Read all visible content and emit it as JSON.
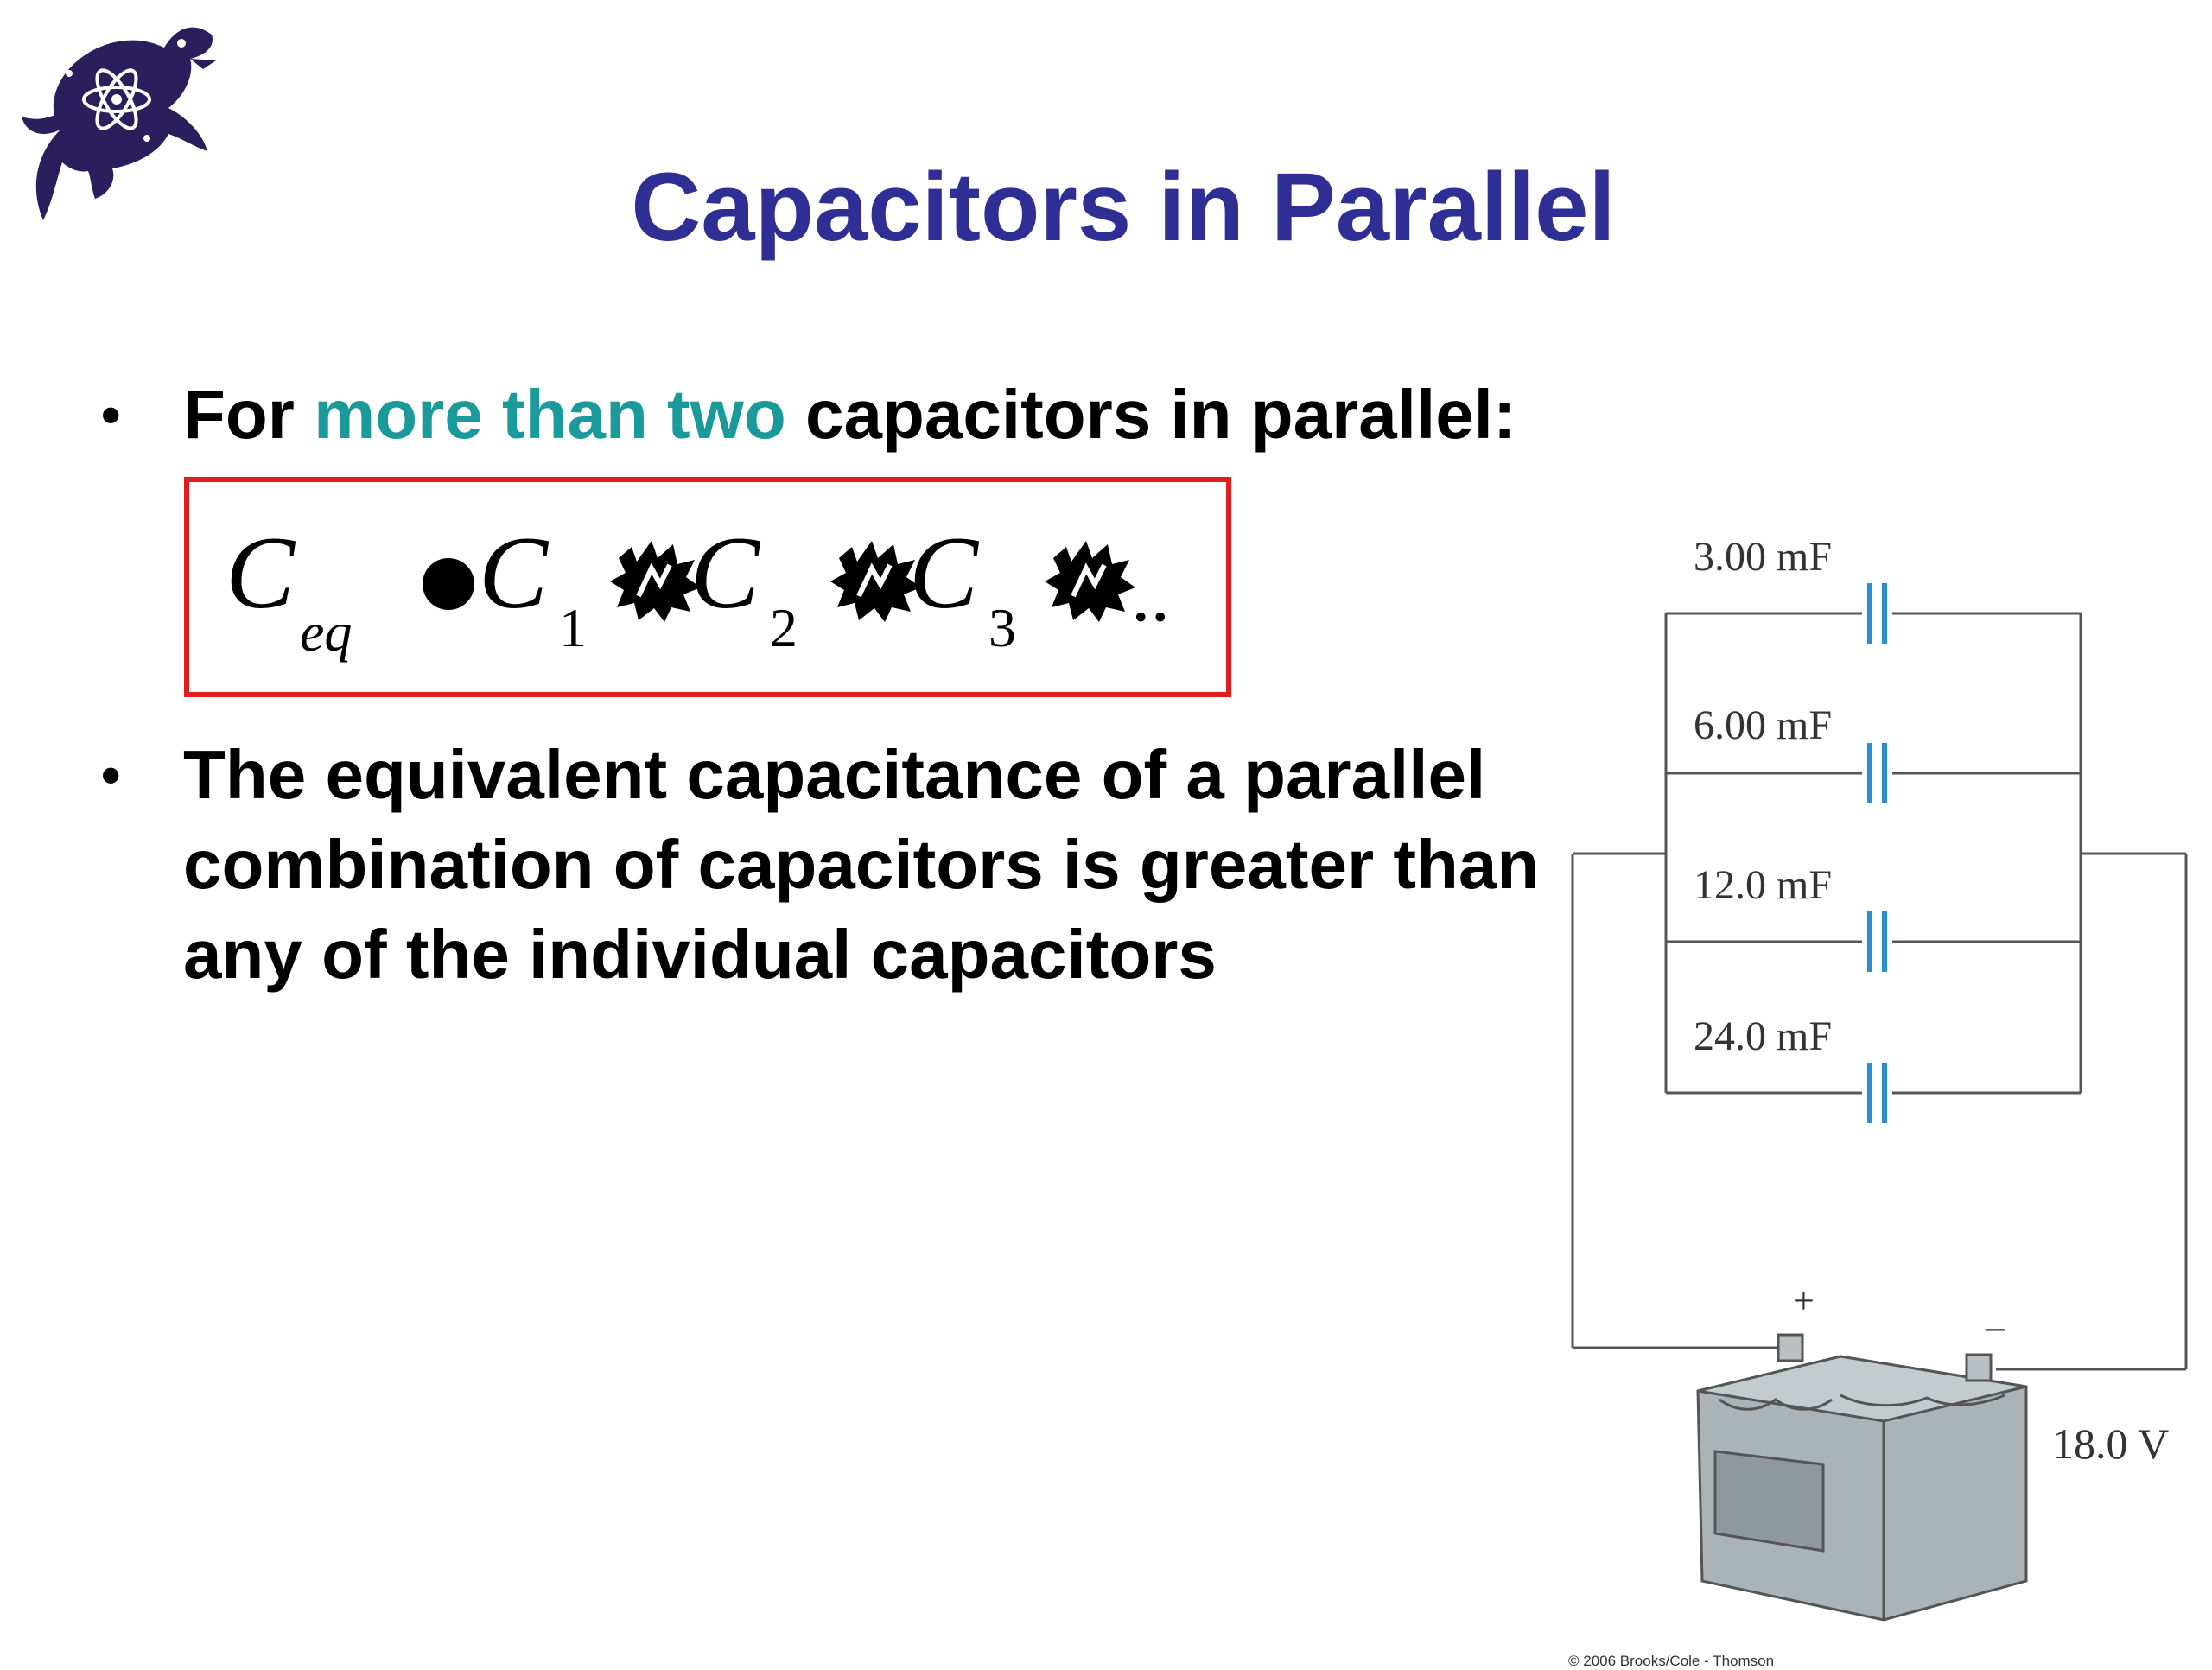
{
  "slide": {
    "title": "Capacitors in Parallel",
    "bullets": [
      {
        "prefix": "For ",
        "highlight": "more than two",
        "suffix": " capacitors in parallel:"
      },
      {
        "text": "The equivalent capacitance of a parallel combination of capacitors is greater than any of the individual capacitors"
      }
    ],
    "bullet_char": "•"
  },
  "formula": {
    "lhs_symbol": "C",
    "lhs_sub": "eq",
    "c1_symbol": "C",
    "c1_sub": "1",
    "c2_symbol": "C",
    "c2_sub": "2",
    "c3_symbol": "C",
    "c3_sub": "3",
    "ellipsis": ".."
  },
  "circuit": {
    "capacitors": [
      "3.00 mF",
      "6.00 mF",
      "12.0 mF",
      "24.0 mF"
    ],
    "battery_voltage": "18.0 V",
    "plus": "+",
    "minus": "–",
    "wire_color": "#555555",
    "capacitor_color": "#2a8fd0",
    "battery_color": "#9aa4aa"
  },
  "copyright": "© 2006 Brooks/Cole - Thomson",
  "colors": {
    "title": "#2e2e94",
    "highlight": "#1a9a9a",
    "box_border": "#e31d1d"
  }
}
